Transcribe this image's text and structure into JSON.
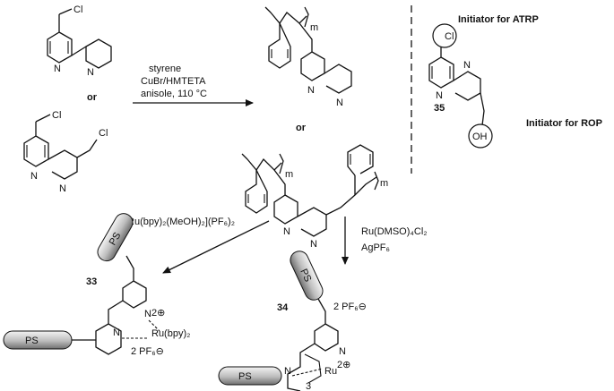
{
  "atoms": {
    "cl": "Cl",
    "n": "N",
    "oh": "OH",
    "m": "m",
    "ps": "PS",
    "ru": "Ru",
    "three": "3"
  },
  "reaction1": {
    "reagent1": "styrene",
    "reagent2": "CuBr/HMTETA",
    "reagent3": "anisole, 110 °C"
  },
  "or_labels": {
    "starting": "or",
    "product": "or"
  },
  "inset": {
    "compound": "35",
    "atrp": "Initiator for ATRP",
    "rop": "Initiator for ROP"
  },
  "reaction2": {
    "reagent": "[Ru(bpy)₂(MeOH)₂](PF₆)₂"
  },
  "reaction3": {
    "reagent1": "Ru(DMSO)₄Cl₂",
    "reagent2": "AgPF₆"
  },
  "compound33": {
    "number": "33",
    "metal": "Ru(bpy)₂",
    "charge": "2⊕",
    "counterion": "2 PF₆⊖"
  },
  "compound34": {
    "number": "34",
    "counterion": "2 PF₆⊖",
    "charge": "2⊕"
  },
  "colors": {
    "ink": "#111111",
    "ps_light": "#e6e6e6",
    "ps_dark": "#7a7a7a",
    "divider": "#111111"
  }
}
